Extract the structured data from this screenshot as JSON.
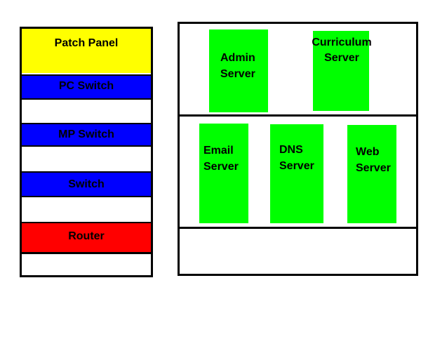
{
  "rack": {
    "patch_panel": "Patch Panel",
    "pc_switch": "PC Switch",
    "mp_switch": "MP Switch",
    "switch": "Switch",
    "router": "Router"
  },
  "cabinet": {
    "admin_server": "Admin\nServer",
    "curriculum_server": "Curriculum\nServer",
    "email_server": "Email\nServer",
    "dns_server": "DNS\nServer",
    "web_server": "Web\nServer"
  },
  "colors": {
    "patch_panel": "#ffff00",
    "switch": "#0000ff",
    "router": "#ff0000",
    "server": "#00ff00"
  }
}
